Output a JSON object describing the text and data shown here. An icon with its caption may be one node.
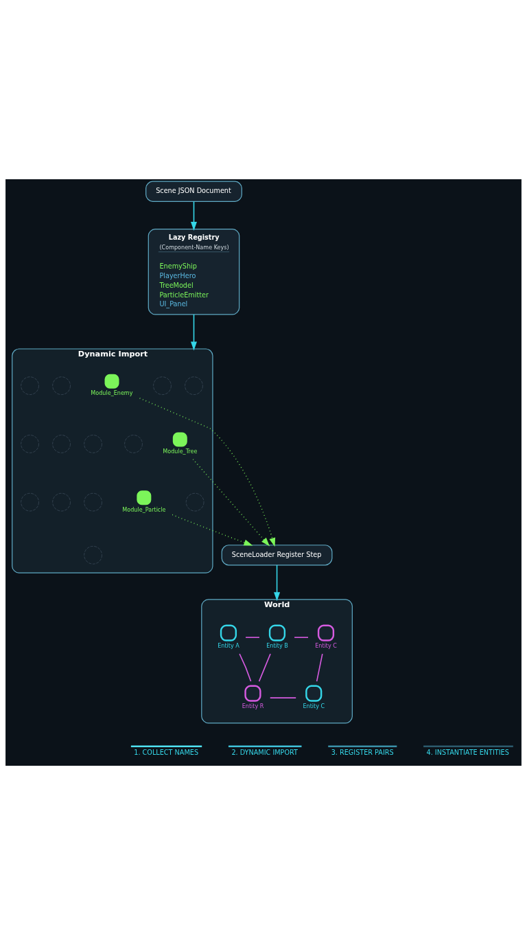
{
  "diagram": {
    "nodes": [
      {
        "text": [
          "Scene JSON Document"
        ]
      },
      {
        "text": [
          "Lazy Registry",
          "(Component-Name Keys)",
          "EnemyShip",
          "PlayerHero",
          "TreeModel",
          "ParticleEmitter",
          "UI_Panel"
        ]
      },
      {
        "text": [
          "Dynamic Import"
        ]
      },
      {
        "text": [
          "Module_Enemy"
        ],
        "in": 2
      },
      {
        "text": [],
        "shape": "circle",
        "in": 2
      },
      {
        "text": [],
        "shape": "circle",
        "in": 2
      },
      {
        "text": [],
        "shape": "circle",
        "in": 2
      },
      {
        "text": [],
        "shape": "circle",
        "in": 2
      },
      {
        "text": [],
        "shape": "circle",
        "in": 2
      },
      {
        "text": [],
        "shape": "circle",
        "in": 2
      },
      {
        "text": [
          "Module_Tree"
        ],
        "in": 2
      },
      {
        "text": [],
        "shape": "circle",
        "in": 2
      },
      {
        "text": [],
        "shape": "circle",
        "in": 2
      },
      {
        "text": [],
        "shape": "circle",
        "in": 2
      },
      {
        "text": [],
        "shape": "circle",
        "in": 2
      },
      {
        "text": [],
        "shape": "circle",
        "in": 2
      },
      {
        "text": [],
        "shape": "circle",
        "in": 2
      },
      {
        "text": [
          "Module_Particle"
        ],
        "in": 2
      },
      {
        "text": [],
        "shape": "circle",
        "in": 2
      },
      {
        "text": [
          "SceneLoader Register Step"
        ]
      },
      {
        "text": [
          "World"
        ]
      },
      {
        "text": [
          "Entity A"
        ],
        "in": 20
      },
      {
        "text": [
          "Entity B"
        ],
        "in": 20
      },
      {
        "text": [
          "Entity C"
        ],
        "in": 20
      },
      {
        "text": [
          "Entity R"
        ],
        "in": 20
      },
      {
        "text": [
          "Entity C"
        ],
        "in": 20
      }
    ],
    "edges": [
      {
        "from": 0,
        "to": 1,
        "arrow": "to",
        "color": "#35d6e8"
      },
      {
        "from": 1,
        "to": 2,
        "arrow": "to",
        "color": "#35d6e8"
      },
      {
        "from": 3,
        "to": 19,
        "arrow": "to",
        "style": "dashed",
        "color": "#7cf55a"
      },
      {
        "from": 10,
        "to": 19,
        "arrow": "to",
        "style": "dashed",
        "color": "#7cf55a"
      },
      {
        "from": 17,
        "to": 19,
        "arrow": "to",
        "style": "dashed",
        "color": "#7cf55a"
      },
      {
        "from": 19,
        "to": 20,
        "arrow": "to",
        "color": "#35d6e8"
      },
      {
        "from": 21,
        "to": 22,
        "arrow": "none",
        "color": "#d65be0"
      },
      {
        "from": 22,
        "to": 23,
        "arrow": "none",
        "color": "#d65be0"
      },
      {
        "from": 21,
        "to": 24,
        "arrow": "none",
        "color": "#d65be0"
      },
      {
        "from": 22,
        "to": 24,
        "arrow": "none",
        "color": "#d65be0"
      },
      {
        "from": 24,
        "to": 25,
        "arrow": "none",
        "color": "#d65be0"
      },
      {
        "from": 23,
        "to": 25,
        "arrow": "none",
        "color": "#d65be0"
      }
    ],
    "labels": [
      "1. COLLECT NAMES",
      "2. DYNAMIC IMPORT",
      "3. REGISTER PAIRS",
      "4. INSTANTIATE ENTITIES"
    ]
  }
}
